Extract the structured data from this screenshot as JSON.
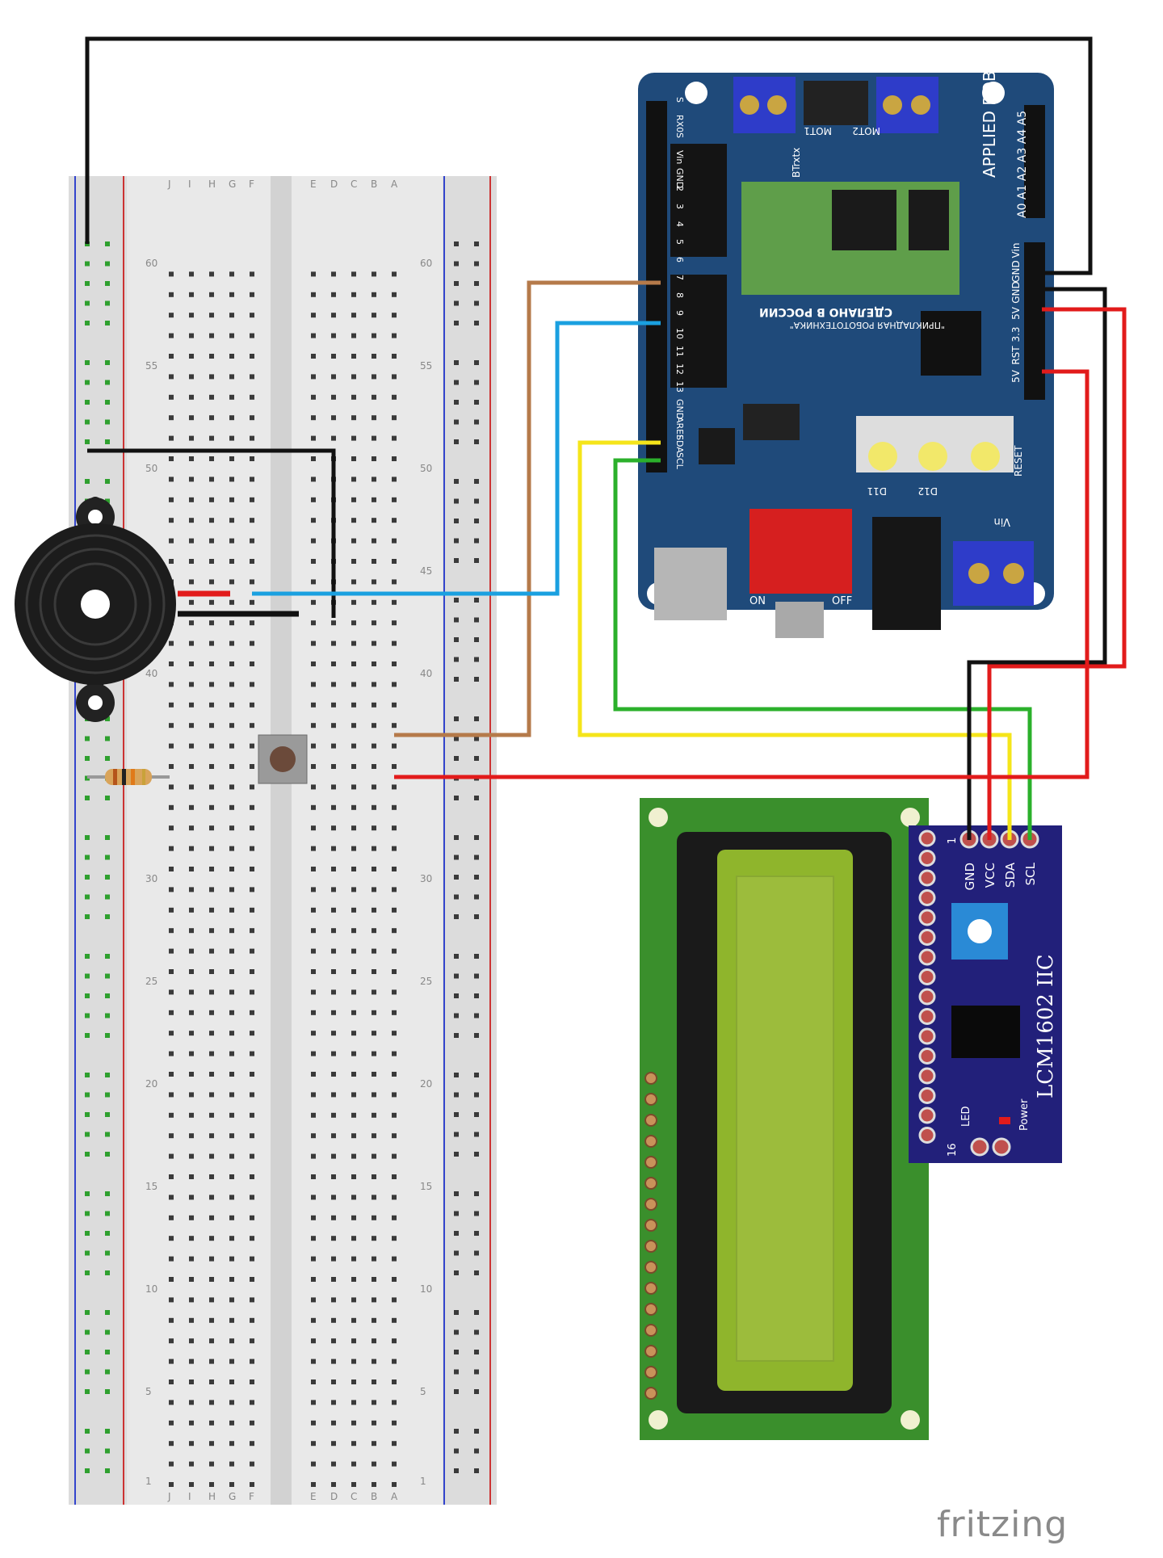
{
  "breadboard": {
    "column_letters_left": [
      "J",
      "I",
      "H",
      "G",
      "F"
    ],
    "column_letters_right": [
      "E",
      "D",
      "C",
      "B",
      "A"
    ],
    "row_numbers": [
      "60",
      "55",
      "50",
      "45",
      "40",
      "30",
      "25",
      "20",
      "15",
      "10",
      "5",
      "1"
    ]
  },
  "controller_board": {
    "brand": "APPLIED ROBOTICS",
    "made_in": "СДЕЛАНО В РОССИИ",
    "line2": "\"ПРИКЛАДНАЯ РОБОТОТЕХНИКА\"",
    "pins_left": [
      "S",
      "RX0",
      "S",
      "Vin",
      "GND",
      "2",
      "3",
      "4",
      "5",
      "6",
      "7",
      "8",
      "9",
      "10",
      "11",
      "12",
      "13",
      "GND",
      "AREF",
      "SDA",
      "SCL"
    ],
    "pins_right": [
      "Vin",
      "GND",
      "GND",
      "5V",
      "3.3",
      "RST",
      "5V"
    ],
    "analog": "A0 A1 A2 A3 A4 A5",
    "motor1": "MOT1",
    "motor2": "MOT2",
    "bt": "BTrxtx",
    "buttons": [
      "D11",
      "D12",
      "RESET"
    ],
    "switch_on": "ON",
    "switch_off": "OFF",
    "vin_label": "Vin"
  },
  "lcd_module": {
    "model": "LCM1602 IIC",
    "pins": [
      "GND",
      "VCC",
      "SDA",
      "SCL"
    ],
    "pin1": "1",
    "pin16": "16",
    "led": "LED",
    "power": "Power"
  },
  "watermark": "fritzing"
}
